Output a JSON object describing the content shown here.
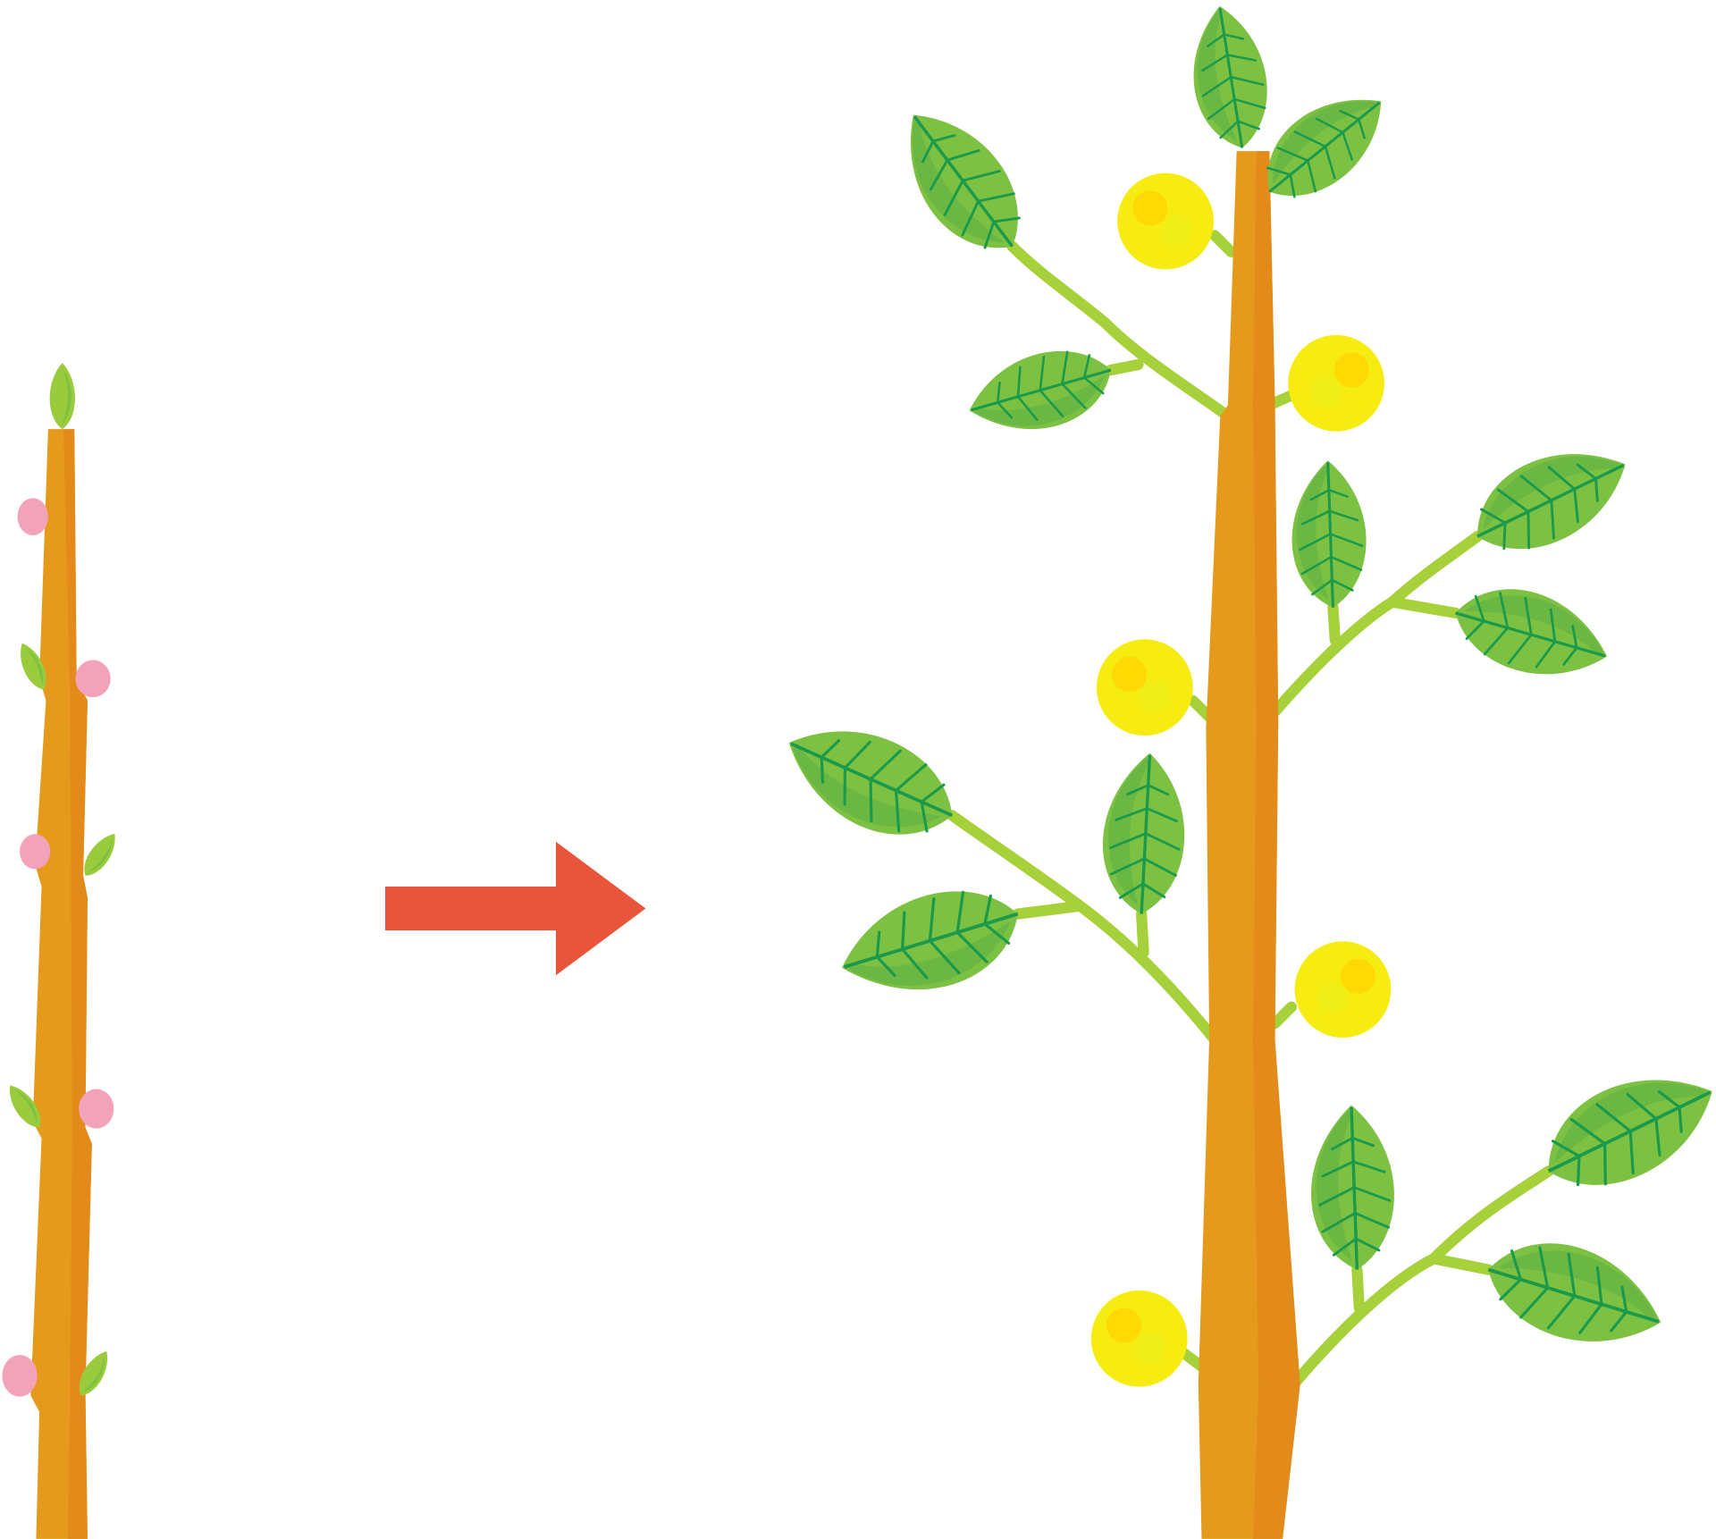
{
  "colors": {
    "background": "#ffffff",
    "stem": "#e59a1c",
    "stem_shade": "#e2871a",
    "leaf": "#7cc142",
    "leaf_dark": "#5fb244",
    "vein": "#1a9a4a",
    "twig": "#a6d13a",
    "bud_green": "#9acb3c",
    "bud_pink": "#f2a3b9",
    "fruit": "#f7ec12",
    "fruit_highlight": "#ffd400",
    "arrow": "#e8553a"
  },
  "illustration": {
    "before": {
      "buds_pink": 5,
      "buds_green": 5
    },
    "after": {
      "leaves": 13,
      "fruits": 5
    }
  }
}
